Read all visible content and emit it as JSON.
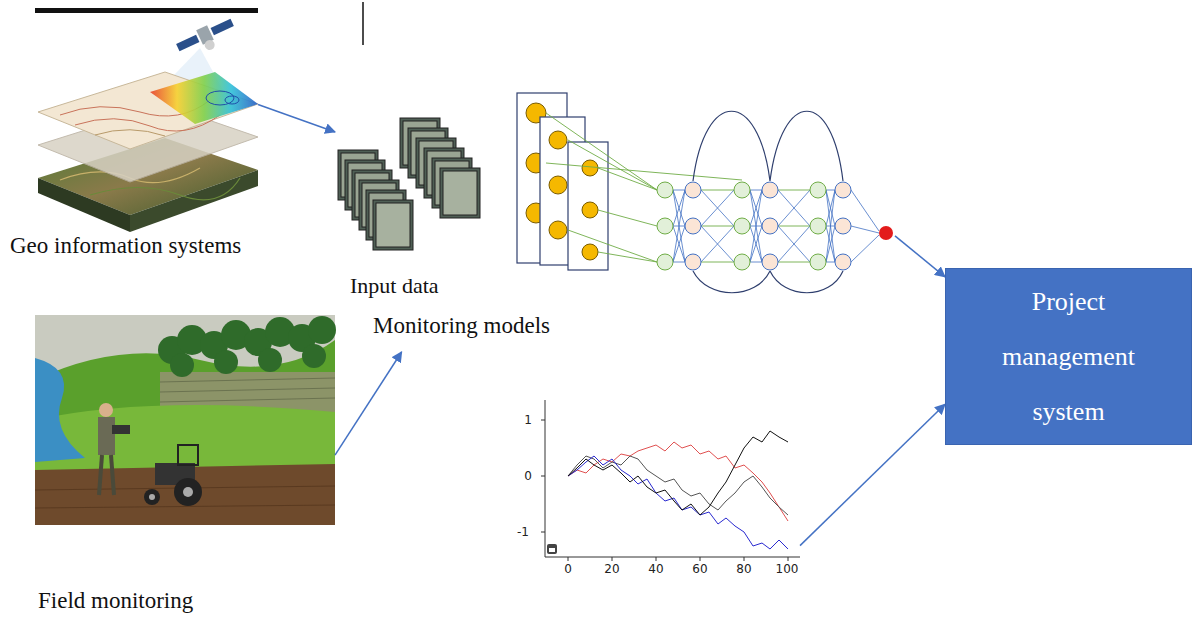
{
  "diagram": {
    "nodes": [
      {
        "text": [
          "Geo information systems"
        ]
      },
      {
        "text": [
          "Field monitoring"
        ]
      },
      {
        "text": [
          "Input data"
        ]
      },
      {
        "text": [
          "Monitoring models"
        ]
      },
      {
        "text": [
          "1",
          "0",
          "-1",
          "0",
          "20",
          "40",
          "60",
          "80",
          "100"
        ]
      },
      {
        "text": [
          "Project management system"
        ]
      }
    ],
    "edges": [
      {
        "from": 0,
        "to": 2,
        "arrow": "to"
      },
      {
        "from": 1,
        "to": 2,
        "arrow": "to"
      },
      {
        "from": 3,
        "to": 5,
        "arrow": "to"
      },
      {
        "from": 4,
        "to": 5,
        "arrow": "to"
      }
    ]
  }
}
